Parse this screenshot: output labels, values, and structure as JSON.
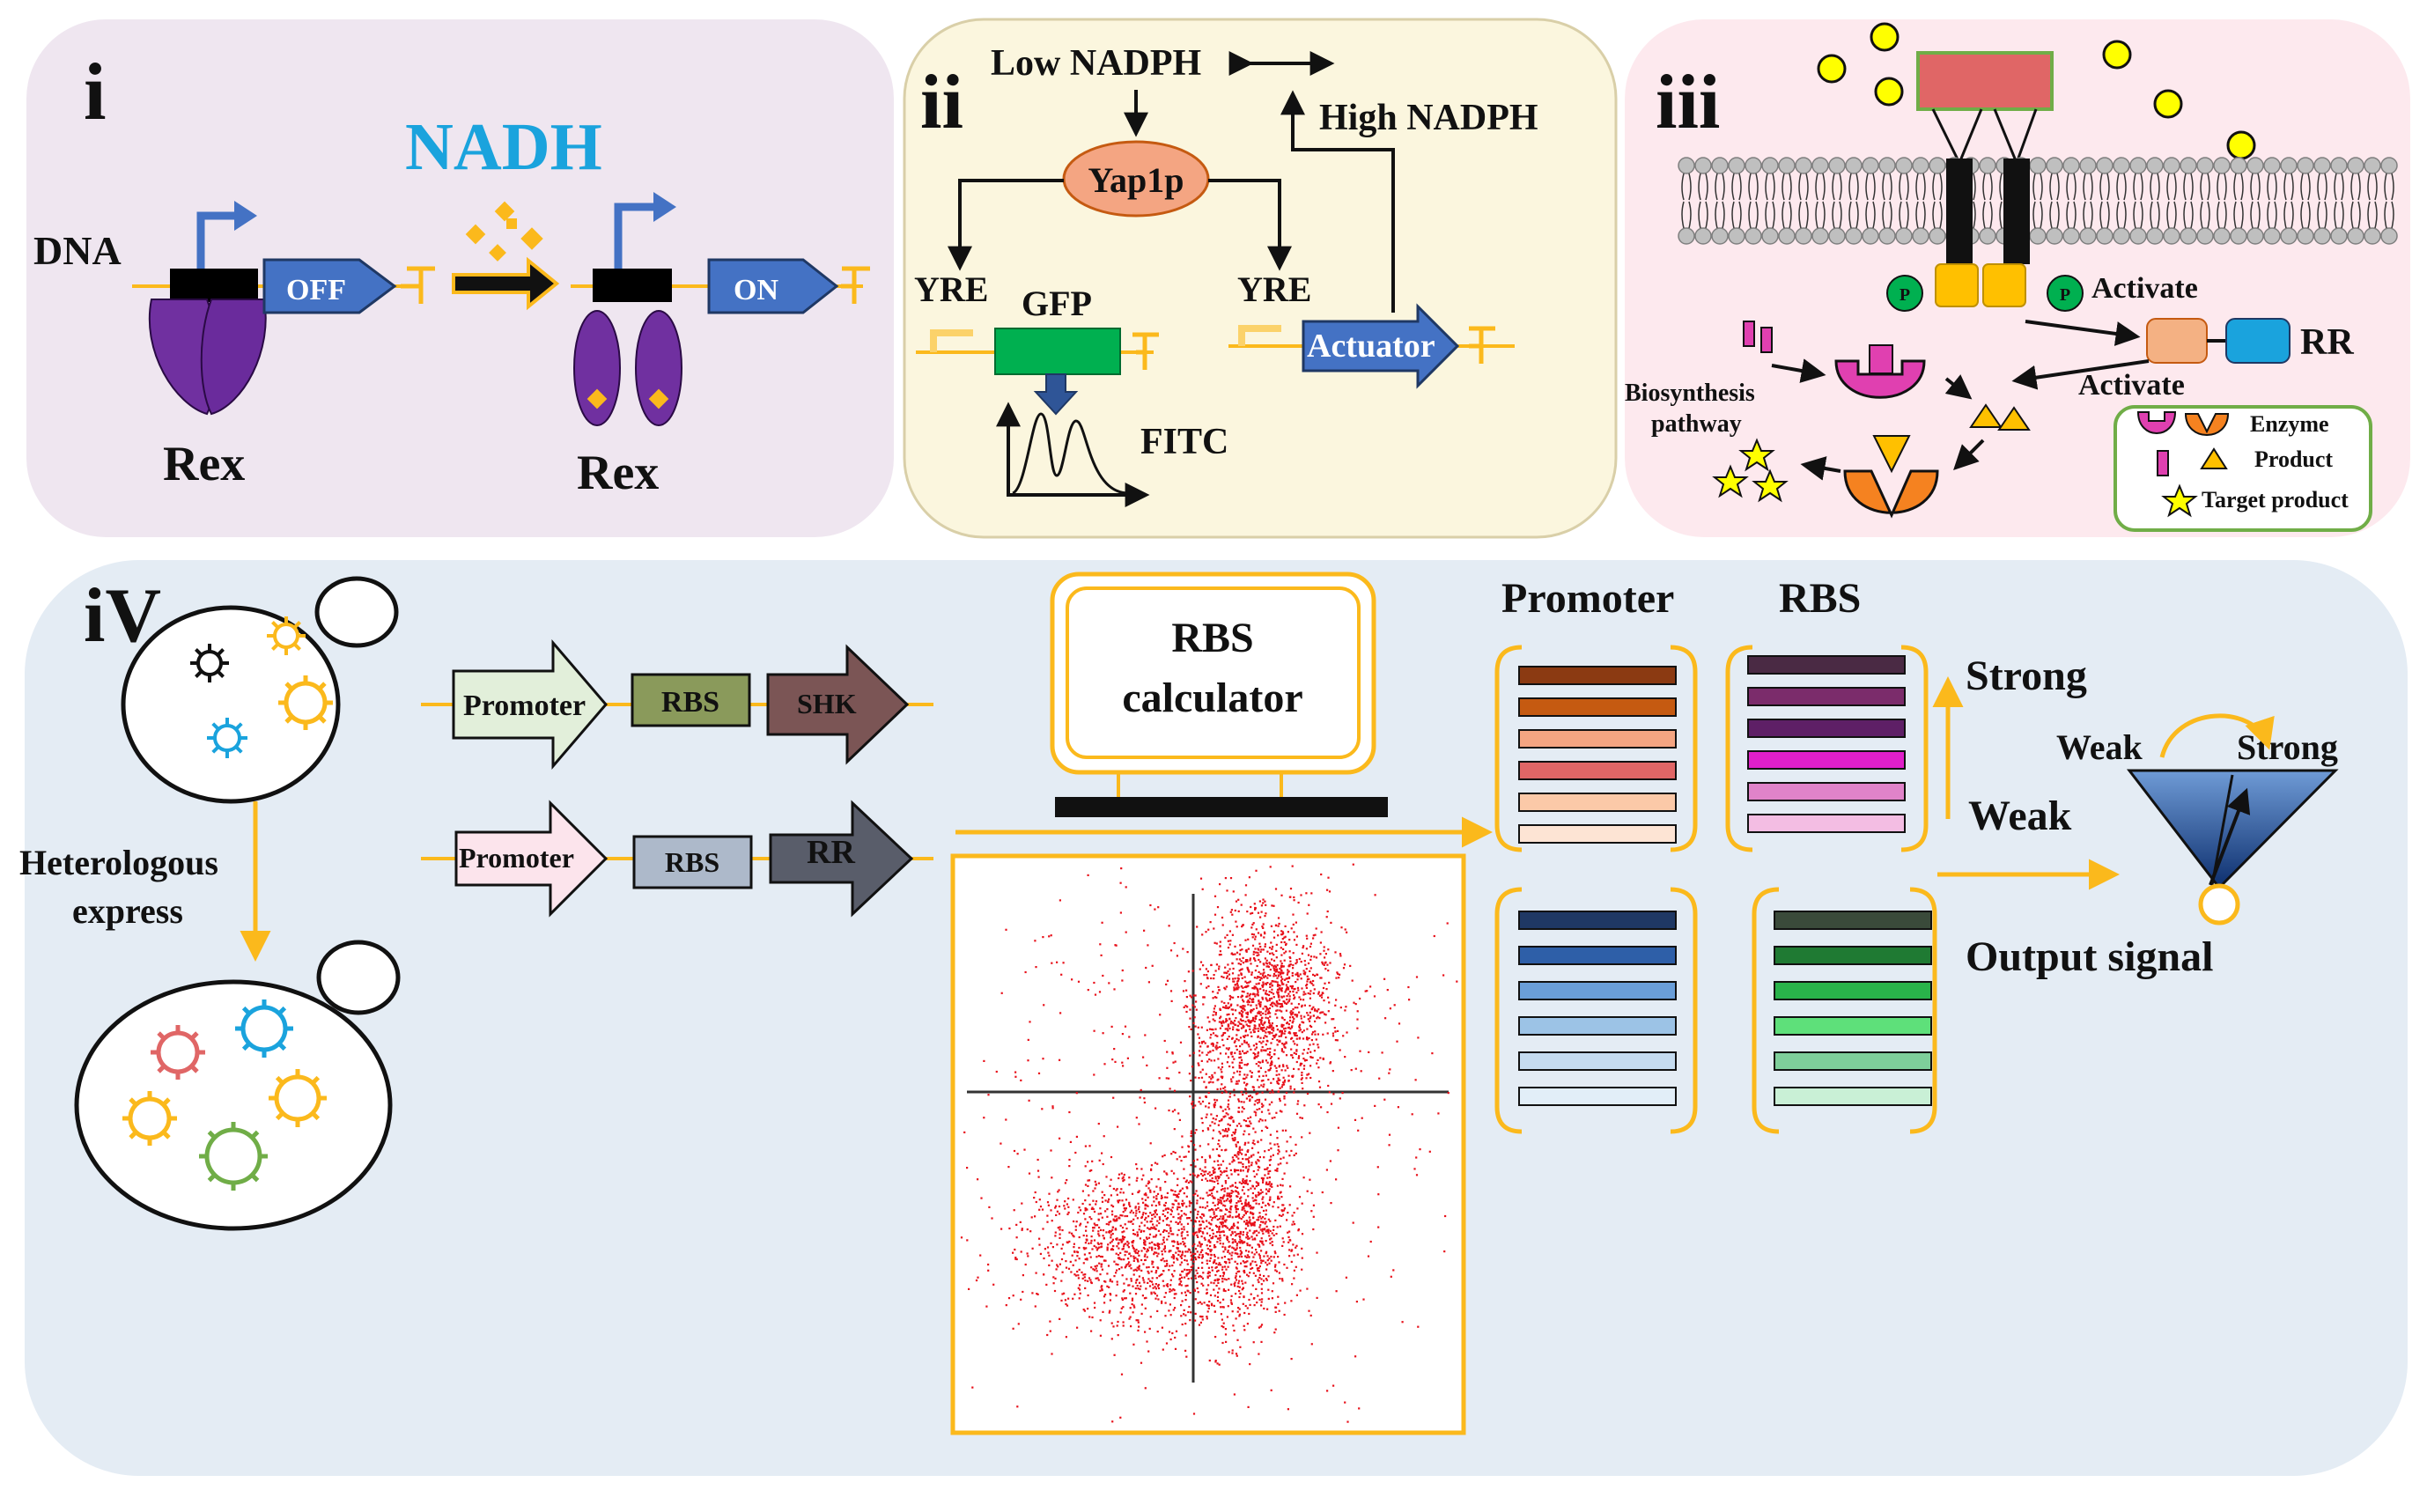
{
  "panel_i": {
    "label": "i",
    "nadh": "NADH",
    "dna": "DNA",
    "off": "OFF",
    "on": "ON",
    "rex_left": "Rex",
    "rex_right": "Rex"
  },
  "panel_ii": {
    "label": "ii",
    "low_nadph": "Low NADPH",
    "high_nadph": "High NADPH",
    "yap1p": "Yap1p",
    "yre_left": "YRE",
    "yre_right": "YRE",
    "gfp": "GFP",
    "actuator": "Actuator",
    "fitc": "FITC"
  },
  "panel_iii": {
    "label": "iii",
    "p_left": "P",
    "p_right": "P",
    "activate_top": "Activate",
    "activate_bottom": "Activate",
    "rr": "RR",
    "biosynthesis": "Biosynthesis",
    "pathway": "pathway",
    "legend": {
      "enzyme": "Enzyme",
      "product": "Product",
      "target_product": "Target product"
    }
  },
  "panel_iv": {
    "label": "iV",
    "heterologous": "Heterologous",
    "express": "express",
    "construct1": {
      "promoter": "Promoter",
      "rbs": "RBS",
      "gene": "SHK"
    },
    "construct2": {
      "promoter": "Promoter",
      "rbs": "RBS",
      "gene": "RR"
    },
    "calculator_line1": "RBS",
    "calculator_line2": "calculator",
    "promoter_header": "Promoter",
    "rbs_header": "RBS",
    "strong": "Strong",
    "weak": "Weak",
    "output_signal": "Output signal",
    "funnel_weak": "Weak",
    "funnel_strong": "Strong"
  },
  "colors": {
    "panel_i_bg": "#efe6f0",
    "panel_ii_bg": "#fbf6de",
    "panel_iii_bg": "#fde9ee",
    "panel_iv_bg": "#e4ecf4",
    "accent_yellow": "#fbb91c",
    "dna_blue": "#4472c4",
    "nadh_blue": "#1aa3dd",
    "rex_purple": "#7030a0",
    "gfp_green": "#00b050",
    "yap_orange": "#f4a582",
    "scatter_red": "#e8101a"
  },
  "icons": {
    "promoter_arrow": "bent-arrow-icon",
    "terminator": "terminator-icon",
    "membrane": "lipid-bilayer-icon",
    "yeast_cell": "yeast-cell-icon",
    "computer": "computer-monitor-icon",
    "funnel": "funnel-icon"
  }
}
